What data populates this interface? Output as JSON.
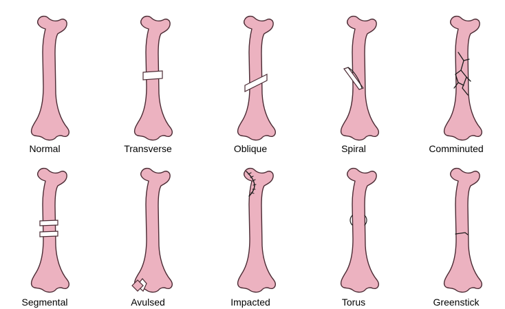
{
  "fractures": [
    {
      "id": "normal",
      "label": "Normal"
    },
    {
      "id": "transverse",
      "label": "Transverse"
    },
    {
      "id": "oblique",
      "label": "Oblique"
    },
    {
      "id": "spiral",
      "label": "Spiral"
    },
    {
      "id": "comminuted",
      "label": "Comminuted"
    },
    {
      "id": "segmental",
      "label": "Segmental"
    },
    {
      "id": "avulsed",
      "label": "Avulsed"
    },
    {
      "id": "impacted",
      "label": "Impacted"
    },
    {
      "id": "torus",
      "label": "Torus"
    },
    {
      "id": "greenstick",
      "label": "Greenstick"
    }
  ],
  "colors": {
    "bone_fill": "#ecb2c0",
    "bone_stroke": "#4a2a33",
    "background": "#ffffff",
    "crack": "#1a1a1a"
  }
}
